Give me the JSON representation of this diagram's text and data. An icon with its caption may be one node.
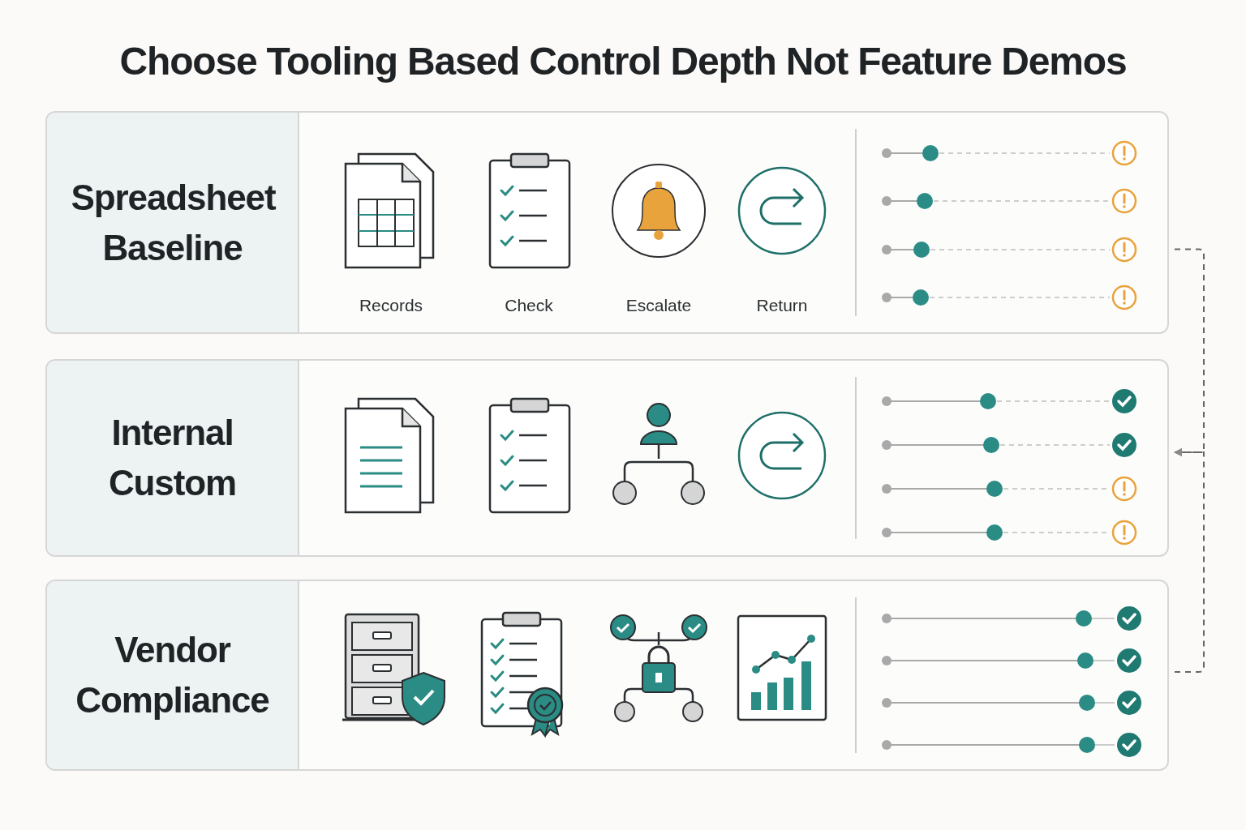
{
  "diagram": {
    "title": "Choose Tooling Based Control Depth Not Feature Demos",
    "nodes": [
      {
        "text": [
          "Spreadsheet Baseline"
        ]
      },
      {
        "text": [
          "Internal Custom"
        ]
      },
      {
        "text": [
          "Vendor Compliance"
        ]
      }
    ],
    "edges": [
      {
        "from": 0,
        "to": 1,
        "arrow": "to",
        "style": "dashed"
      },
      {
        "from": 2,
        "to": 1,
        "arrow": "to",
        "style": "dashed"
      }
    ],
    "labels": [
      "Records",
      "Check",
      "Escalate",
      "Return"
    ]
  }
}
